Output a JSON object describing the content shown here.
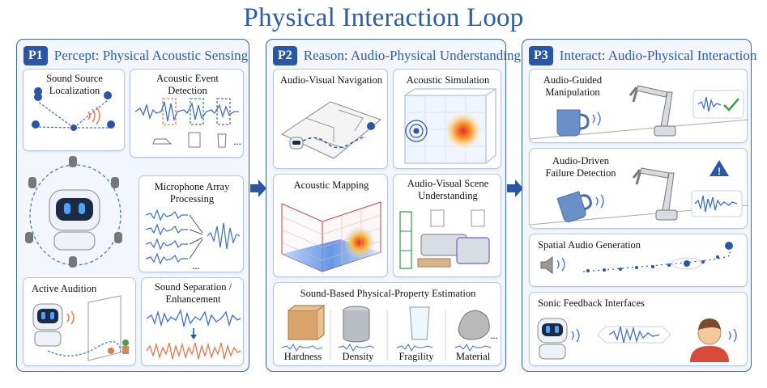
{
  "title": "Physical Interaction Loop",
  "panels": [
    {
      "badge": "P1",
      "title": "Percept: Physical Acoustic Sensing",
      "cards": {
        "sound_source": "Sound Source\nLocalization",
        "event_detection": "Acoustic Event\nDetection",
        "event_ellipsis": "...",
        "mic_array": "Microphone Array\nProcessing",
        "mic_ellipsis": "...",
        "active_audition": "Active Audition",
        "separation": "Sound Separation /\nEnhancement"
      }
    },
    {
      "badge": "P2",
      "title": "Reason: Audio-Physical Understanding",
      "cards": {
        "navigation": "Audio-Visual Navigation",
        "simulation": "Acoustic Simulation",
        "mapping": "Acoustic Mapping",
        "scene": "Audio-Visual Scene\nUnderstanding",
        "property": "Sound-Based Physical-Property Estimation",
        "properties": [
          "Hardness",
          "Density",
          "Fragility",
          "Material"
        ],
        "property_ellipsis": "..."
      }
    },
    {
      "badge": "P3",
      "title": "Interact: Audio-Physical Interaction",
      "cards": {
        "manipulation": "Audio-Guided\nManipulation",
        "failure": "Audio-Driven\nFailure Detection",
        "spatial": "Spatial Audio Generation",
        "sonic": "Sonic Feedback Interfaces"
      }
    }
  ],
  "colors": {
    "accent": "#2b5cb0",
    "badge": "#2a56a8",
    "panel_bg": "#f3f7fd",
    "wave_blue": "#3d6fd0",
    "wave_orange": "#e8774a",
    "check_green": "#2e9e3e"
  }
}
